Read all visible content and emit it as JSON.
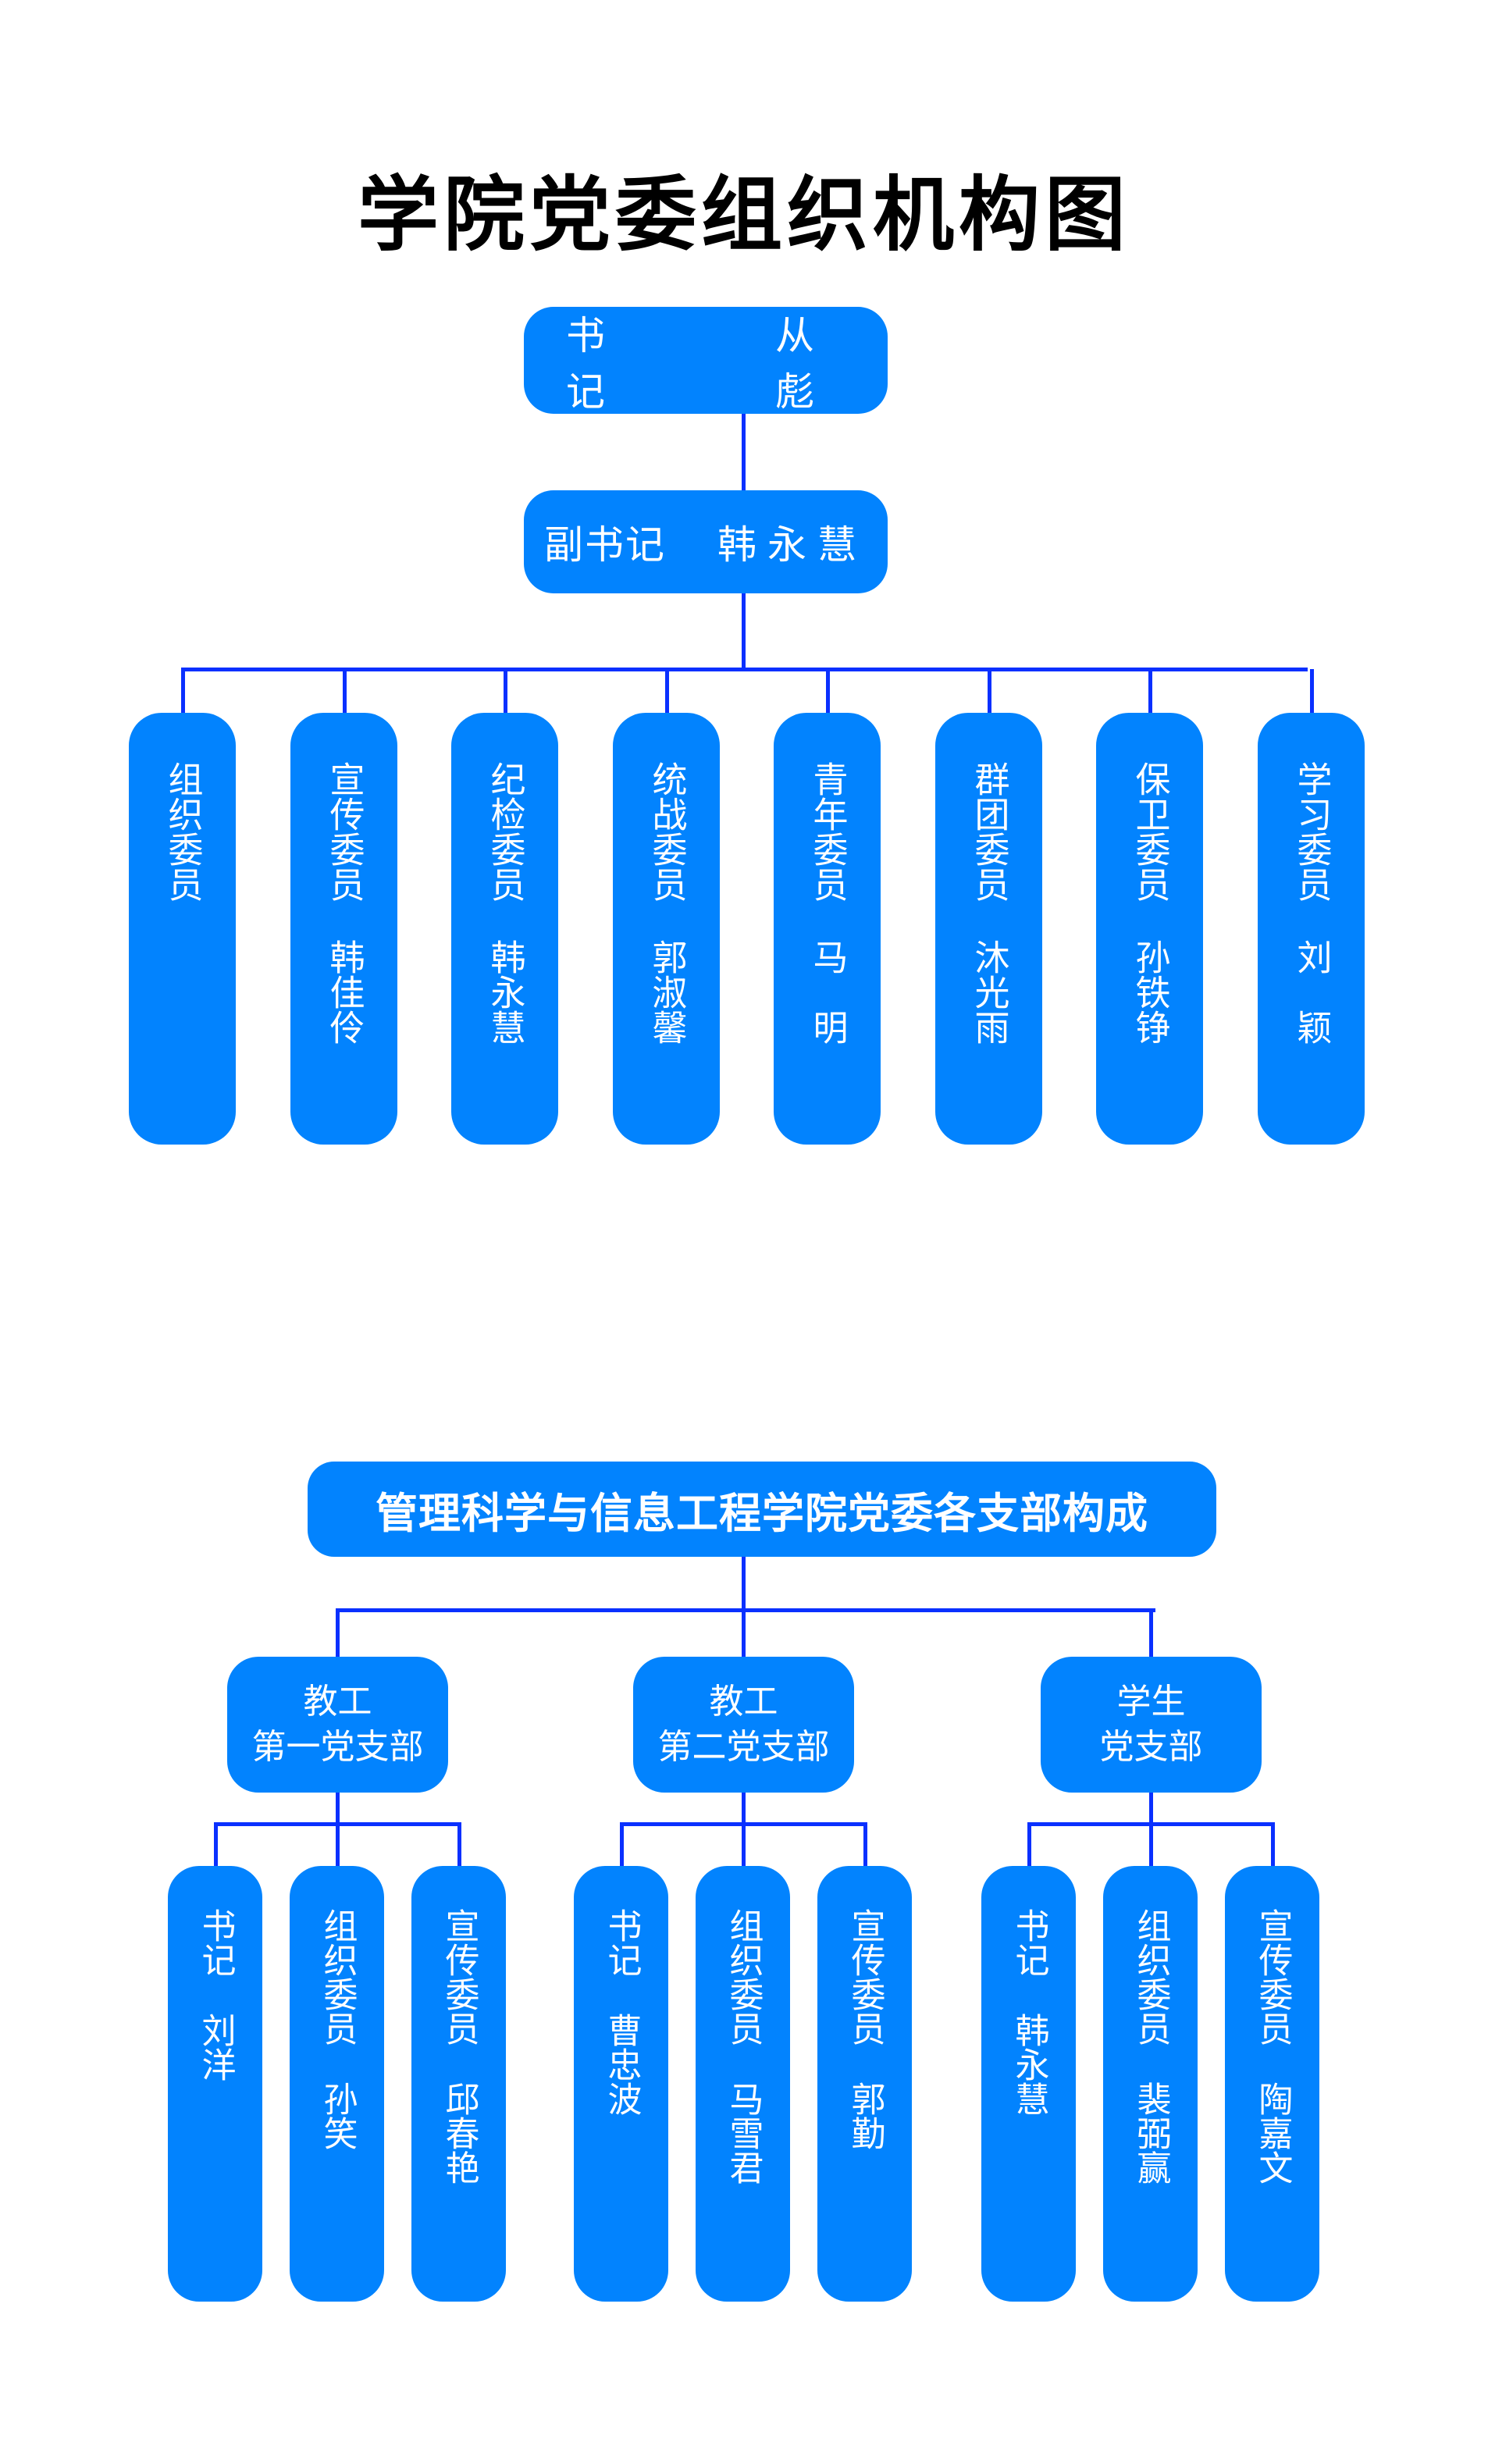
{
  "title": "学院党委组织机构图",
  "colors": {
    "box": "#0283FE",
    "line": "#0A30FF",
    "text": "#FFFFFF",
    "title": "#000000"
  },
  "secretary": {
    "role": "书 记",
    "name": "从 彪"
  },
  "deputy": {
    "role": "副书记",
    "name": "韩永慧"
  },
  "committee": [
    {
      "role": "组织委员",
      "name": ""
    },
    {
      "role": "宣传委员",
      "name": "韩佳伶"
    },
    {
      "role": "纪检委员",
      "name": "韩永慧"
    },
    {
      "role": "统战委员",
      "name": "郭淑馨"
    },
    {
      "role": "青年委员",
      "name": "马　明"
    },
    {
      "role": "群团委员",
      "name": "沐光雨"
    },
    {
      "role": "保卫委员",
      "name": "孙铁铮"
    },
    {
      "role": "学习委员",
      "name": "刘　颖"
    }
  ],
  "branches_title": "管理科学与信息工程学院党委各支部构成",
  "branches": [
    {
      "line1": "教工",
      "line2": "第一党支部",
      "members": [
        {
          "role": "书记",
          "name": "刘洋"
        },
        {
          "role": "组织委员",
          "name": "孙笑"
        },
        {
          "role": "宣传委员",
          "name": "邱春艳"
        }
      ]
    },
    {
      "line1": "教工",
      "line2": "第二党支部",
      "members": [
        {
          "role": "书记",
          "name": "曹忠波"
        },
        {
          "role": "组织委员",
          "name": "马雪君"
        },
        {
          "role": "宣传委员",
          "name": "郭勤"
        }
      ]
    },
    {
      "line1": "学生",
      "line2": "党支部",
      "members": [
        {
          "role": "书记",
          "name": "韩永慧"
        },
        {
          "role": "组织委员",
          "name": "裴弼赢"
        },
        {
          "role": "宣传委员",
          "name": "陶嘉文"
        }
      ]
    }
  ]
}
